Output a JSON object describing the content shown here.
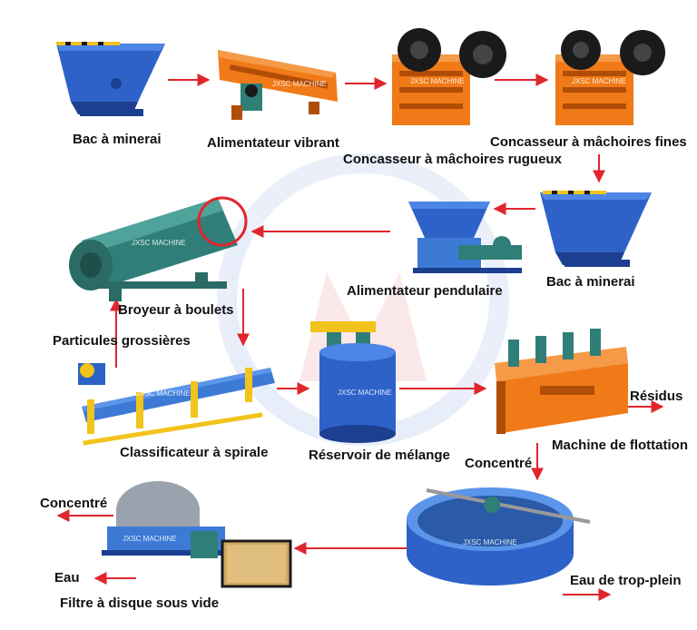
{
  "watermark": "JXSC MACHINE",
  "colors": {
    "arrow": "#e0262c",
    "blue": "#2e62c9",
    "blueDark": "#1c3f8f",
    "orange": "#f07a18",
    "orangeDark": "#b04d07",
    "teal": "#2f7f78",
    "yellow": "#f2c31a",
    "black": "#1a1a1a"
  },
  "labels": {
    "bac1": "Bac à minerai",
    "alim_vibrant": "Alimentateur vibrant",
    "conc_rugueux": "Concasseur à mâchoires rugueux",
    "conc_fines": "Concasseur à mâchoires fines",
    "bac2": "Bac à minerai",
    "alim_pendulaire": "Alimentateur pendulaire",
    "broyeur": "Broyeur à boulets",
    "particules": "Particules grossières",
    "classificateur": "Classificateur à spirale",
    "reservoir": "Réservoir de mélange",
    "flottation": "Machine de flottation",
    "residus": "Résidus",
    "concentre_flot": "Concentré",
    "concentre_filtre": "Concentré",
    "eau": "Eau",
    "filtre": "Filtre à disque sous vide",
    "trop_plein": "Eau de trop-plein"
  }
}
